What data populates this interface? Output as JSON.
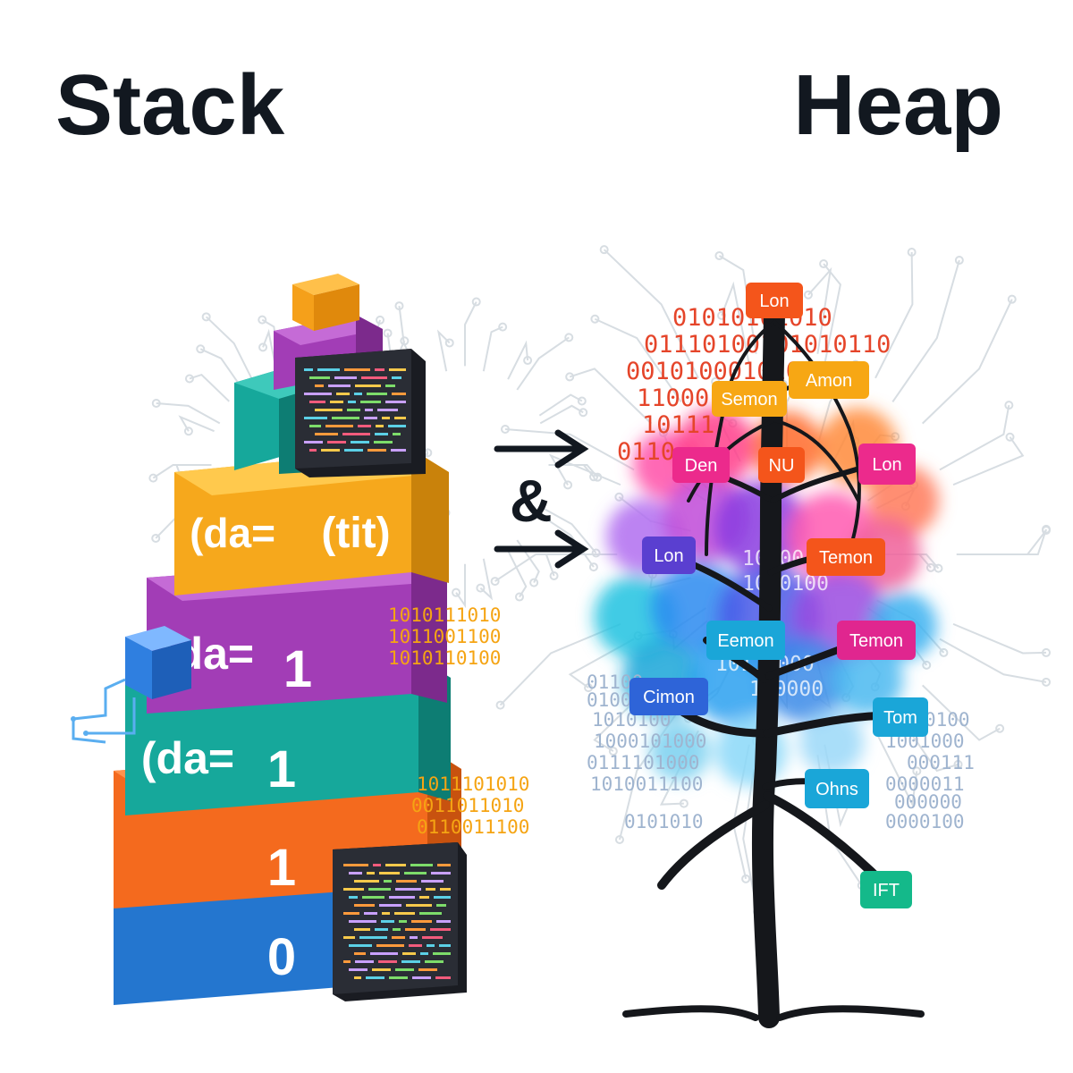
{
  "titles": {
    "left": "Stack",
    "right": "Heap"
  },
  "connector": {
    "symbol": "&"
  },
  "stack": {
    "layers": [
      {
        "id": "yellow",
        "label_left": "(da=",
        "label_right": "(tit)",
        "color": "#f6a81c"
      },
      {
        "id": "purple",
        "label_left": "(da=",
        "label_right": "1",
        "color": "#a23db6"
      },
      {
        "id": "teal",
        "label_left": "(da=",
        "label_right": "1",
        "color": "#16a89b"
      },
      {
        "id": "orange",
        "label_left": "",
        "label_right": "1",
        "color": "#f46a1e"
      },
      {
        "id": "blue",
        "label_left": "",
        "label_right": "0",
        "color": "#2476cf"
      }
    ],
    "binary_upper": [
      "1010111010",
      "1011001100",
      "1010110100"
    ],
    "binary_lower": [
      "1011101010",
      "0011011010",
      "0110011100"
    ]
  },
  "heap": {
    "nodes": [
      {
        "id": "n1",
        "label": "Lon",
        "color": "#f4551b"
      },
      {
        "id": "n2",
        "label": "Amon",
        "color": "#f7a714"
      },
      {
        "id": "n3",
        "label": "Semon",
        "color": "#f7a714"
      },
      {
        "id": "n4",
        "label": "Den",
        "color": "#ec2a8c"
      },
      {
        "id": "n5",
        "label": "NU",
        "color": "#f4551b"
      },
      {
        "id": "n6",
        "label": "Lon",
        "color": "#ec2a8c"
      },
      {
        "id": "n7",
        "label": "Lon",
        "color": "#5a3fd0"
      },
      {
        "id": "n8",
        "label": "Temon",
        "color": "#f4551b"
      },
      {
        "id": "n9",
        "label": "Eemon",
        "color": "#1aa6d8"
      },
      {
        "id": "n10",
        "label": "Temon",
        "color": "#e0268f"
      },
      {
        "id": "n11",
        "label": "Cimon",
        "color": "#2e64d8"
      },
      {
        "id": "n12",
        "label": "Tom",
        "color": "#1aa6d8"
      },
      {
        "id": "n13",
        "label": "Ohns",
        "color": "#1aa6d8"
      },
      {
        "id": "n14",
        "label": "IFT",
        "color": "#14b98a"
      }
    ],
    "binary_top": [
      "01010101010",
      "01110100101010110",
      "00101000101010",
      "11000",
      "10111",
      "0110"
    ],
    "binary_mid": [
      "1010010",
      "1000100",
      "10111000",
      "110000"
    ],
    "binary_left": [
      "01100",
      "01000",
      "1010100",
      "1000101000",
      "0111101000",
      "1010011100",
      "0101010"
    ],
    "binary_right": [
      "0100",
      "1001000",
      "000111",
      "0000011",
      "000000",
      "0000100"
    ]
  }
}
